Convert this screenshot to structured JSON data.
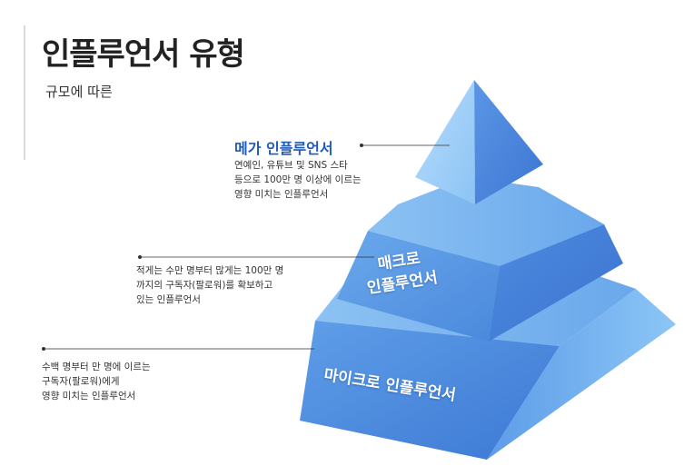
{
  "header": {
    "title": "인플루언서 유형",
    "subtitle": "규모에 따른"
  },
  "tiers": {
    "mega": {
      "title": "메가 인플루언서",
      "desc": [
        "연예인, 유튜브 및 SNS 스타",
        "등으로 100만 명 이상에 이르는",
        "영향 미치는 인플루언서"
      ]
    },
    "macro": {
      "label": [
        "매크로",
        "인플루언서"
      ],
      "desc": [
        "적게는 수만 명부터 많게는 100만 명",
        "까지의 구독자(팔로워)를 확보하고",
        "있는 인플루언서"
      ]
    },
    "micro": {
      "label": "마이크로 인플루언서",
      "desc": [
        "수백 명부터 만 명에 이르는",
        "구독자(팔로워)에게",
        "영향 미치는 인플루언서"
      ]
    }
  },
  "colors": {
    "face_light": "#7fb8f0",
    "face_dark": "#3f80dc",
    "top_light": "#a9d4fb",
    "title_accent": "#1f5bb8"
  }
}
